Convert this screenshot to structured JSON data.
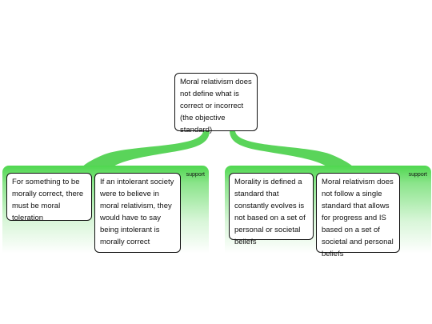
{
  "root": {
    "text": "Moral relativism does not define what is correct or incorrect (the objective standard)"
  },
  "branches": [
    {
      "label": "support",
      "items": [
        {
          "text": "For something to be morally correct, there must be moral toleration"
        },
        {
          "text": "If an intolerant society were to believe in moral relativism, they would have to say being intolerant is morally correct"
        }
      ]
    },
    {
      "label": "support",
      "items": [
        {
          "text": "Morality is defined a standard that constantly evolves is not based on a set of personal or societal beliefs"
        },
        {
          "text": "Moral relativism does not follow a single standard that allows for progress and IS based on a set of societal and personal beliefs"
        }
      ]
    }
  ],
  "colors": {
    "connector": "#5ad45a",
    "panel_top": "#4fd74f",
    "node_border": "#111111",
    "node_fill": "#ffffff"
  }
}
